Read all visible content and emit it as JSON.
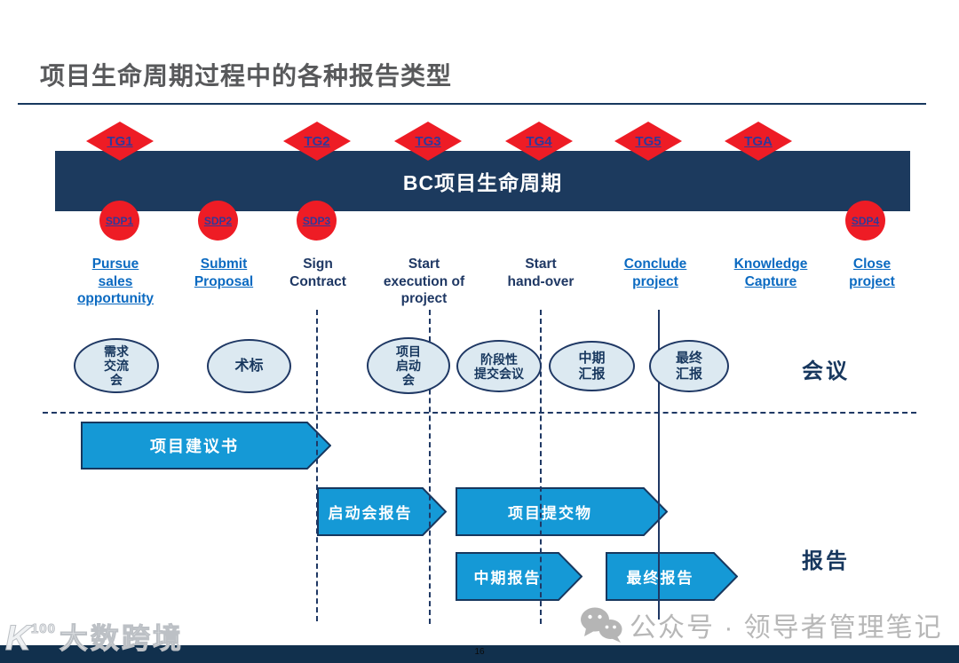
{
  "title": "项目生命周期过程中的各种报告类型",
  "banner": {
    "label": "BC项目生命周期"
  },
  "tollgates": [
    "TG1",
    "TG2",
    "TG3",
    "TG4",
    "TG5",
    "TGA"
  ],
  "sdp_markers": [
    "SDP1",
    "SDP2",
    "SDP3",
    "SDP4"
  ],
  "milestones": [
    {
      "lines": [
        "Pursue",
        "sales",
        "opportunity"
      ],
      "style": "link"
    },
    {
      "lines": [
        "Submit",
        "Proposal"
      ],
      "style": "link"
    },
    {
      "lines": [
        "Sign",
        "Contract"
      ],
      "style": "plain"
    },
    {
      "lines": [
        "Start",
        "execution of",
        "project"
      ],
      "style": "plain"
    },
    {
      "lines": [
        "Start",
        "hand-over"
      ],
      "style": "plain"
    },
    {
      "lines": [
        "Conclude",
        "project"
      ],
      "style": "link"
    },
    {
      "lines": [
        "Knowledge",
        "Capture"
      ],
      "style": "link"
    },
    {
      "lines": [
        "Close",
        "project"
      ],
      "style": "link"
    }
  ],
  "meetings": {
    "row_label": "会议",
    "items": [
      {
        "lines": [
          "需求",
          "交流",
          "会"
        ]
      },
      {
        "lines": [
          "术标"
        ]
      },
      {
        "lines": [
          "项目",
          "启动",
          "会"
        ]
      },
      {
        "lines": [
          "阶段性",
          "提交会议"
        ]
      },
      {
        "lines": [
          "中期",
          "汇报"
        ]
      },
      {
        "lines": [
          "最终",
          "汇报"
        ]
      }
    ]
  },
  "reports": {
    "row_label": "报告",
    "items": [
      {
        "label": "项目建议书"
      },
      {
        "label": "启动会报告"
      },
      {
        "label": "项目提交物"
      },
      {
        "label": "中期报告"
      },
      {
        "label": "最终报告"
      }
    ]
  },
  "footer": {
    "page_number": "16"
  },
  "watermarks": {
    "brand_logo_main": "K",
    "brand_logo_sup": "100",
    "brand_text": "大数跨境",
    "wechat_text": "公众号 · 领导者管理笔记"
  },
  "colors": {
    "red": "#ee1c25",
    "banner_navy": "#1c3a5e",
    "footer_navy": "#11304d",
    "navy_text": "#1f3864",
    "link_blue": "#0b6ac1",
    "arrow_blue": "#1599d6",
    "ellipse_fill": "#dce9f1",
    "title_gray": "#58595b"
  }
}
